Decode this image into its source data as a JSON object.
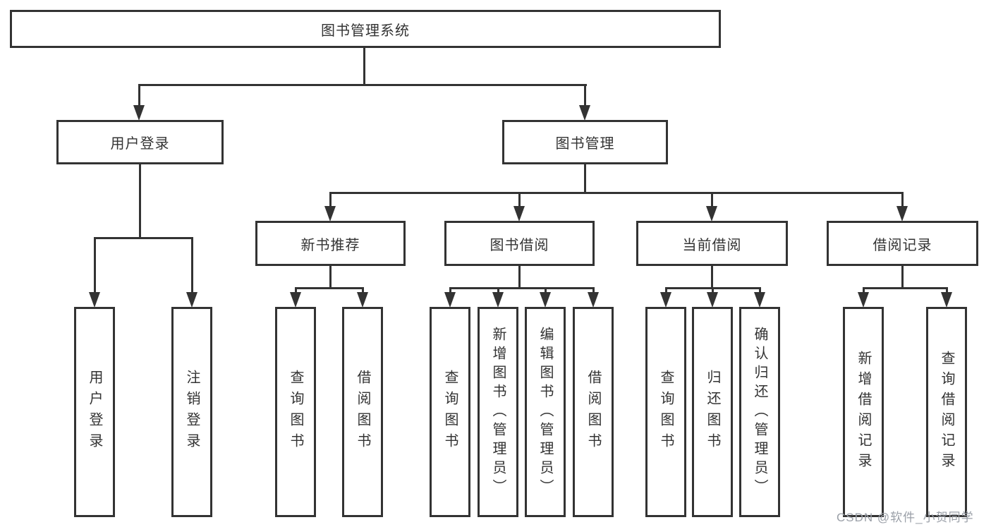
{
  "diagram": {
    "nodes": {
      "root": "图书管理系统",
      "user_login": "用户登录",
      "book_mgmt": "图书管理",
      "new_books": "新书推荐",
      "book_borrow": "图书借阅",
      "current_borrow": "当前借阅",
      "borrow_records": "借阅记录",
      "user_login_children": [
        "用户登录",
        "注销登录"
      ],
      "new_books_children": [
        "查询图书",
        "借阅图书"
      ],
      "book_borrow_children": [
        "查询图书",
        "新增图书（管理员）",
        "编辑图书（管理员）",
        "借阅图书"
      ],
      "current_borrow_children": [
        "查询图书",
        "归还图书",
        "确认归还（管理员）"
      ],
      "borrow_records_children": [
        "新增借阅记录",
        "查询借阅记录"
      ]
    },
    "watermark": "CSDN @软件_小贺同学",
    "colors": {
      "line": "#333333",
      "text": "#333333",
      "background": "#ffffff",
      "watermark": "#9ba0a8"
    }
  }
}
